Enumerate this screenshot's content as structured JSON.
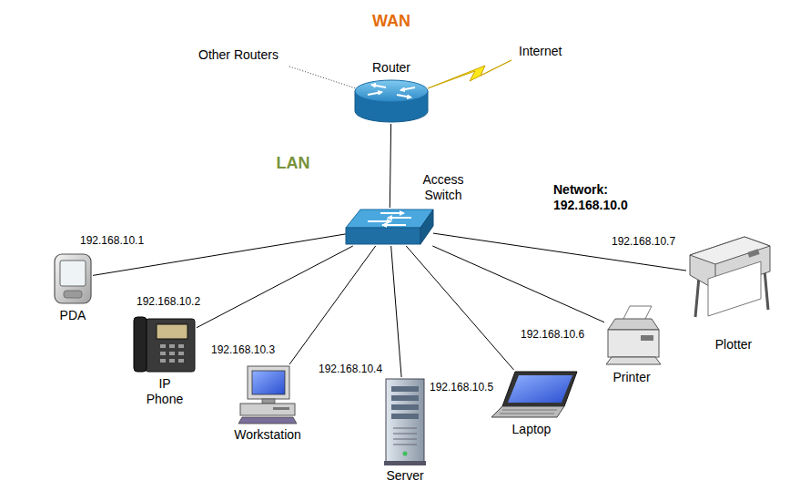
{
  "diagram": {
    "nodes": [
      {
        "text": [
          "WAN"
        ]
      },
      {
        "text": [
          "Router"
        ],
        "in": 0
      },
      {
        "text": [
          "LAN"
        ]
      },
      {
        "text": [
          "Access Switch"
        ],
        "in": 2
      },
      {
        "text": [
          "PDA"
        ],
        "in": 2
      },
      {
        "text": [
          "IP Phone"
        ],
        "in": 2
      },
      {
        "text": [
          "Workstation"
        ],
        "in": 2
      },
      {
        "text": [
          "Server"
        ],
        "in": 2
      },
      {
        "text": [
          "Laptop"
        ],
        "in": 2
      },
      {
        "text": [
          "Printer"
        ],
        "in": 2
      },
      {
        "text": [
          "Plotter"
        ],
        "in": 2
      }
    ],
    "edges": [
      {
        "from": 1,
        "to": 3,
        "arrow": "none"
      },
      {
        "from": 3,
        "to": 4,
        "arrow": "none",
        "label": "192.168.10.1"
      },
      {
        "from": 3,
        "to": 5,
        "arrow": "none",
        "label": "192.168.10.2"
      },
      {
        "from": 3,
        "to": 6,
        "arrow": "none",
        "label": "192.168.10.3"
      },
      {
        "from": 3,
        "to": 7,
        "arrow": "none",
        "label": "192.168.10.4"
      },
      {
        "from": 3,
        "to": 8,
        "arrow": "none",
        "label": "192.168.10.5"
      },
      {
        "from": 3,
        "to": 9,
        "arrow": "none",
        "label": "192.168.10.6"
      },
      {
        "from": 3,
        "to": 10,
        "arrow": "none",
        "label": "192.168.10.7"
      }
    ],
    "labels": [
      "Other Routers",
      "Internet",
      "Network: 192.168.10.0"
    ]
  }
}
